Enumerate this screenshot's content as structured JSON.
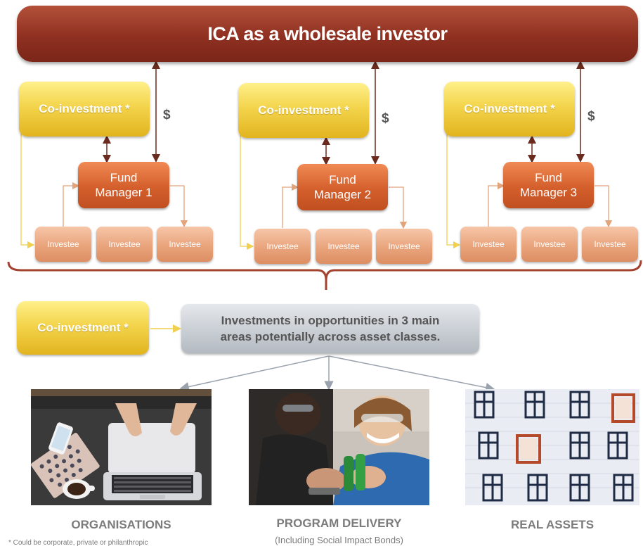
{
  "title": "ICA as a wholesale investor",
  "co_investment_label": "Co-investment *",
  "dollar_label": "$",
  "groups": [
    {
      "fund_manager_line1": "Fund",
      "fund_manager_line2": "Manager 1",
      "investees": [
        "Investee",
        "Investee",
        "Investee"
      ]
    },
    {
      "fund_manager_line1": "Fund",
      "fund_manager_line2": "Manager 2",
      "investees": [
        "Investee",
        "Investee",
        "Investee"
      ]
    },
    {
      "fund_manager_line1": "Fund",
      "fund_manager_line2": "Manager 3",
      "investees": [
        "Investee",
        "Investee",
        "Investee"
      ]
    }
  ],
  "central_box": {
    "line1": "Investments in opportunities in 3 main",
    "line2": "areas potentially across asset classes."
  },
  "categories": [
    {
      "label": "ORGANISATIONS",
      "sublabel": ""
    },
    {
      "label": "PROGRAM DELIVERY",
      "sublabel": "(Including Social Impact Bonds)"
    },
    {
      "label": "REAL ASSETS",
      "sublabel": ""
    }
  ],
  "footnote": "* Could be corporate, private or philanthropic",
  "colors": {
    "banner": "#8f3021",
    "co_investment": "#f3d44c",
    "fund_manager": "#d45f2c",
    "investee": "#e9a47c",
    "central": "#c9ced4",
    "arrow_dark": "#6b2a1e",
    "arrow_light": "#e9a47c"
  }
}
